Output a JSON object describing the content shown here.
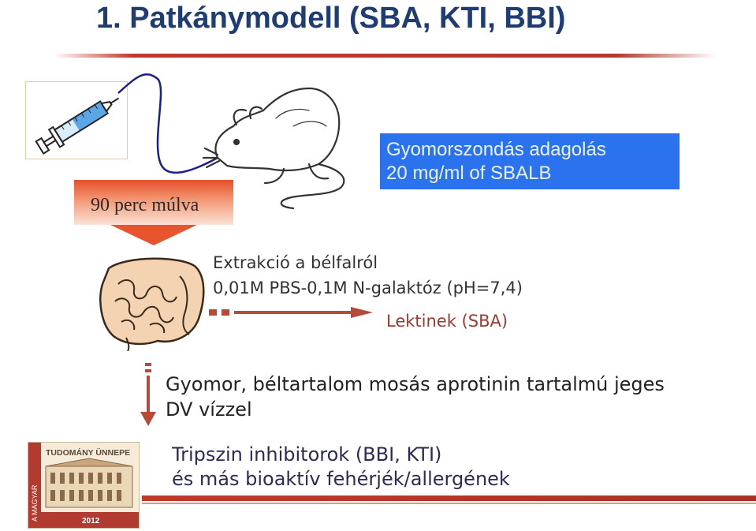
{
  "slide": {
    "title": "1. Patkánymodell (SBA, KTI, BBI)",
    "admin_line1": "Gyomorszondás adagolás",
    "admin_line2": "20 mg/ml of SBALB",
    "wait": "90 perc múlva",
    "extraction_line1": "Extrakció a bélfalról",
    "extraction_line2": "0,01M PBS-0,1M N-galaktóz (pH=7,4)",
    "lectins": "Lektinek (SBA)",
    "wash_line1": "Gyomor, béltartalom mosás aprotinin tartalmú jeges",
    "wash_line2": "DV vízzel",
    "result_line1": "Tripszin inhibitorok (BBI, KTI)",
    "result_line2": "és más bioaktív fehérjék/allergének"
  },
  "logo": {
    "top_text": "TUDOMÁNY ÜNNEPE",
    "side_text": "A MAGYAR",
    "year": "2012"
  },
  "colors": {
    "title": "#1f3c73",
    "accent_red": "#c0392b",
    "blue_box": "#2b73ee",
    "lectin_text": "#9b3a2c"
  }
}
